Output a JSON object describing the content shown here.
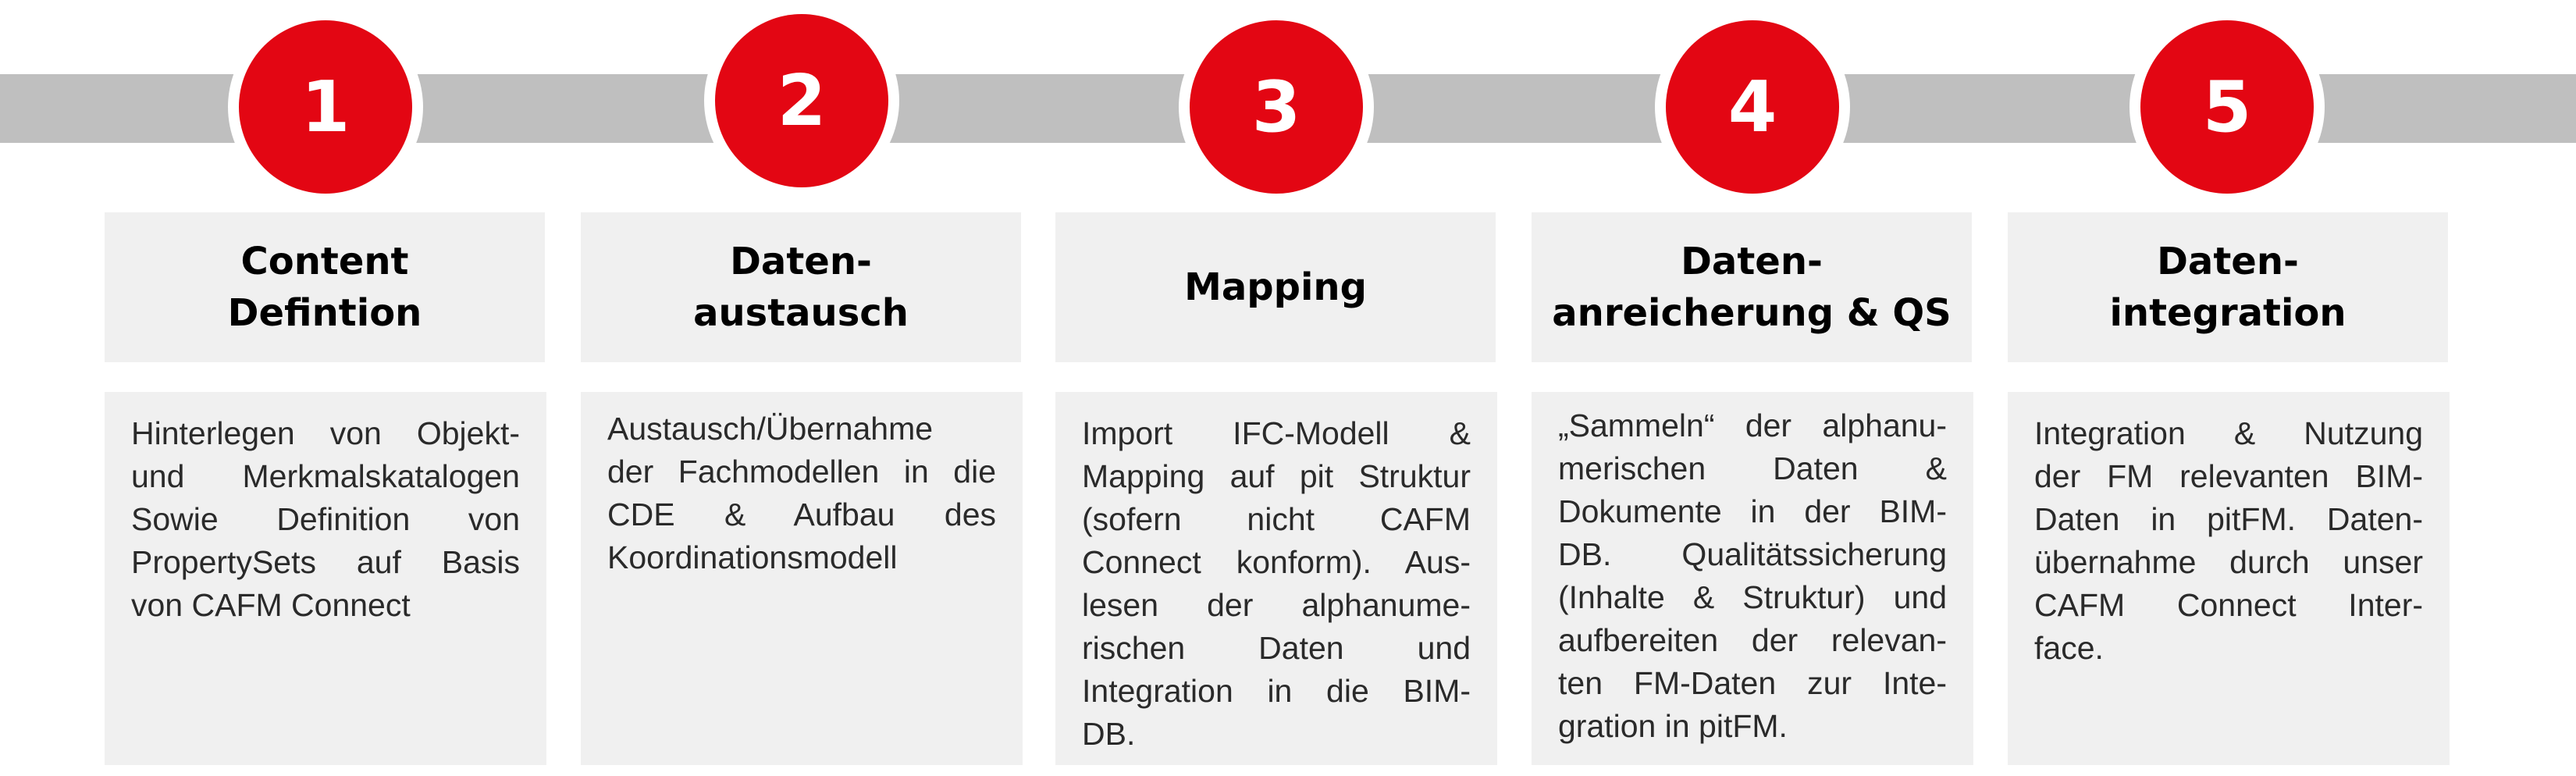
{
  "steps": [
    {
      "number": "1",
      "title": [
        "Content",
        "Defintion"
      ],
      "description": [
        "Hinterlegen von Objekt-",
        "und Merkmalskatalogen",
        "Sowie Definition von",
        "PropertySets auf Basis",
        "von CAFM Connect"
      ]
    },
    {
      "number": "2",
      "title": [
        "Daten-",
        "austausch"
      ],
      "description": [
        "Austausch/Übernahme",
        "der Fachmodellen in die",
        "CDE & Aufbau des",
        "Koordinationsmodell"
      ]
    },
    {
      "number": "3",
      "title": [
        "Mapping"
      ],
      "description": [
        "Import IFC-Modell &",
        "Mapping auf pit Struktur",
        "(sofern nicht CAFM",
        "Connect konform). Aus-",
        "lesen der alphanume-",
        "rischen Daten und",
        "Integration in die BIM-",
        "DB."
      ]
    },
    {
      "number": "4",
      "title": [
        "Daten-",
        "anreicherung & QS"
      ],
      "description": [
        "„Sammeln“ der alphanu-",
        "merischen Daten &",
        "Dokumente in der BIM-",
        "DB. Qualitätssicherung",
        "(Inhalte & Struktur) und",
        "aufbereiten der relevan-",
        "ten FM-Daten zur Inte-",
        "gration in pitFM."
      ]
    },
    {
      "number": "5",
      "title": [
        "Daten-",
        "integration"
      ],
      "description": [
        "Integration & Nutzung",
        "der FM relevanten BIM-",
        "Daten in pitFM. Daten-",
        "übernahme durch unser",
        "CAFM Connect Inter-",
        "face."
      ]
    }
  ],
  "colors": {
    "accent": "#e30613",
    "band": "#bfbfbf",
    "box": "#f0f0f0"
  }
}
